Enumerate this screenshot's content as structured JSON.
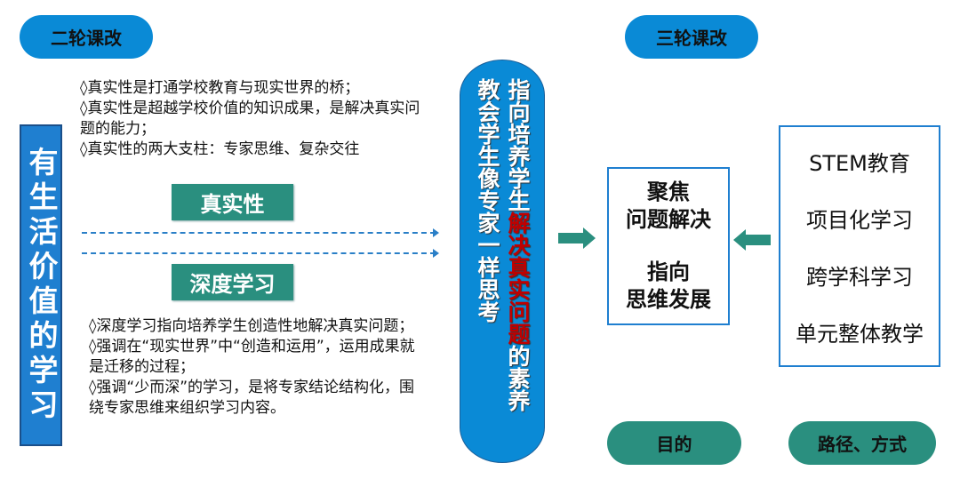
{
  "left": {
    "pill": "二轮课改",
    "vertical_title": "有生活价值的学习",
    "top_lines": [
      "◊真实性是打通学校教育与现实世界的桥；",
      "◊真实性是超越学校价值的知识成果，是解决真实问题的能力；",
      "◊真实性的两大支柱：专家思维、复杂交往"
    ],
    "tag1": "真实性",
    "tag2": "深度学习",
    "bottom_lines": [
      "◊深度学习指向培养学生创造性地解决真实问题；",
      "◊强调在“现实世界”中“创造和运用”，运用成果就是迁移的过程；",
      "◊强调“少而深”的学习，是将专家结论结构化，围绕专家思维来组织学习内容。"
    ]
  },
  "center": {
    "col1_a": "指向培养学生",
    "col1_red": "解决真实问题",
    "col1_b": "的素养",
    "col2": "教会学生像专家一样思考",
    "red_color": "#c00000"
  },
  "right": {
    "pill": "三轮课改",
    "goal_lines": [
      "聚焦",
      "问题解决",
      "指向",
      "思维发展"
    ],
    "methods": [
      "STEM教育",
      "项目化学习",
      "跨学科学习",
      "单元整体教学"
    ],
    "goal_pill": "目的",
    "method_pill": "路径、方式"
  }
}
